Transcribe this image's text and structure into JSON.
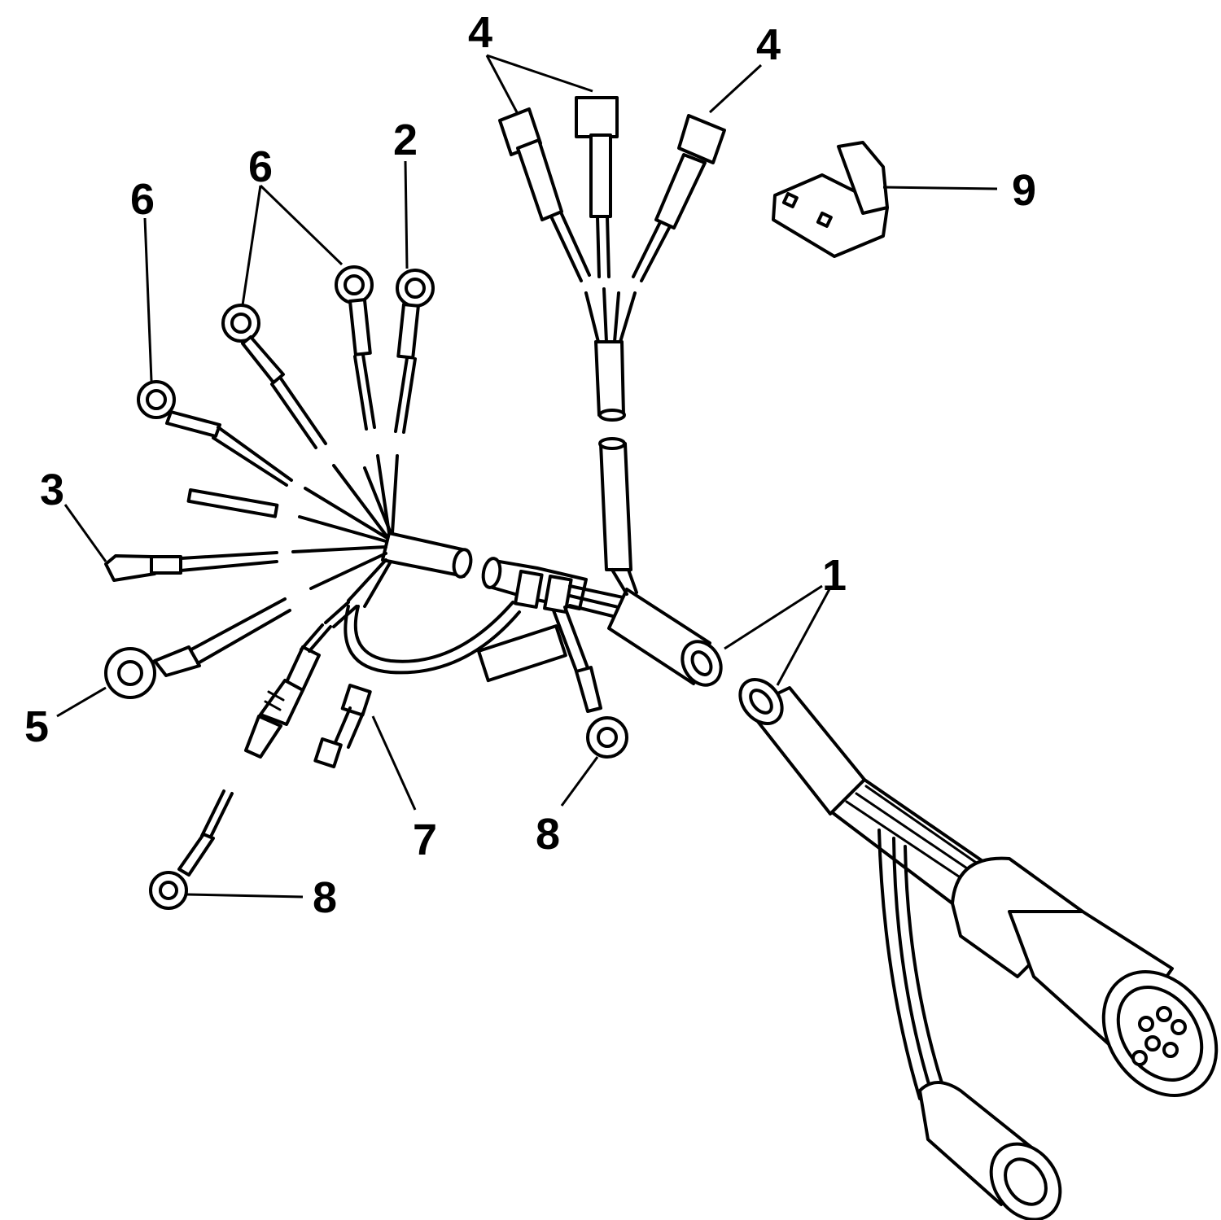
{
  "callouts": [
    {
      "id": "c1",
      "label": "1"
    },
    {
      "id": "c2",
      "label": "2"
    },
    {
      "id": "c3",
      "label": "3"
    },
    {
      "id": "c4a",
      "label": "4"
    },
    {
      "id": "c4b",
      "label": "4"
    },
    {
      "id": "c5",
      "label": "5"
    },
    {
      "id": "c6a",
      "label": "6"
    },
    {
      "id": "c6b",
      "label": "6"
    },
    {
      "id": "c7",
      "label": "7"
    },
    {
      "id": "c8a",
      "label": "8"
    },
    {
      "id": "c8b",
      "label": "8"
    },
    {
      "id": "c9",
      "label": "9"
    }
  ]
}
